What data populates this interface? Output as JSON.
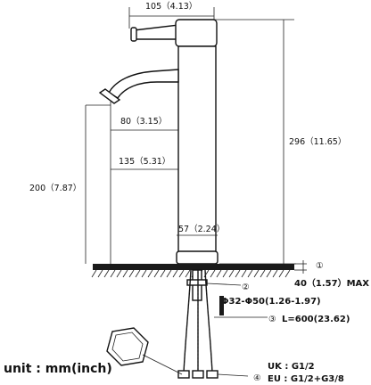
{
  "dimensions": {
    "spout_reach": "105（4.13）",
    "spout_height": "80（3.15）",
    "outlet_height": "135（5.31）",
    "total_height": "296（11.65）",
    "body_height": "200（7.87）",
    "base_diameter": "57（2.24）",
    "deck_thickness": "40（1.57）MAX",
    "hole_diameter": "Φ32-Φ50(1.26-1.97)",
    "hose_length": "L=600(23.62)"
  },
  "callouts": {
    "c1": "①",
    "c2": "②",
    "c3": "③",
    "c4": "④"
  },
  "connections": {
    "uk": "UK : G1/2",
    "eu": "EU : G1/2+G3/8"
  },
  "unit": "unit : mm(inch)"
}
